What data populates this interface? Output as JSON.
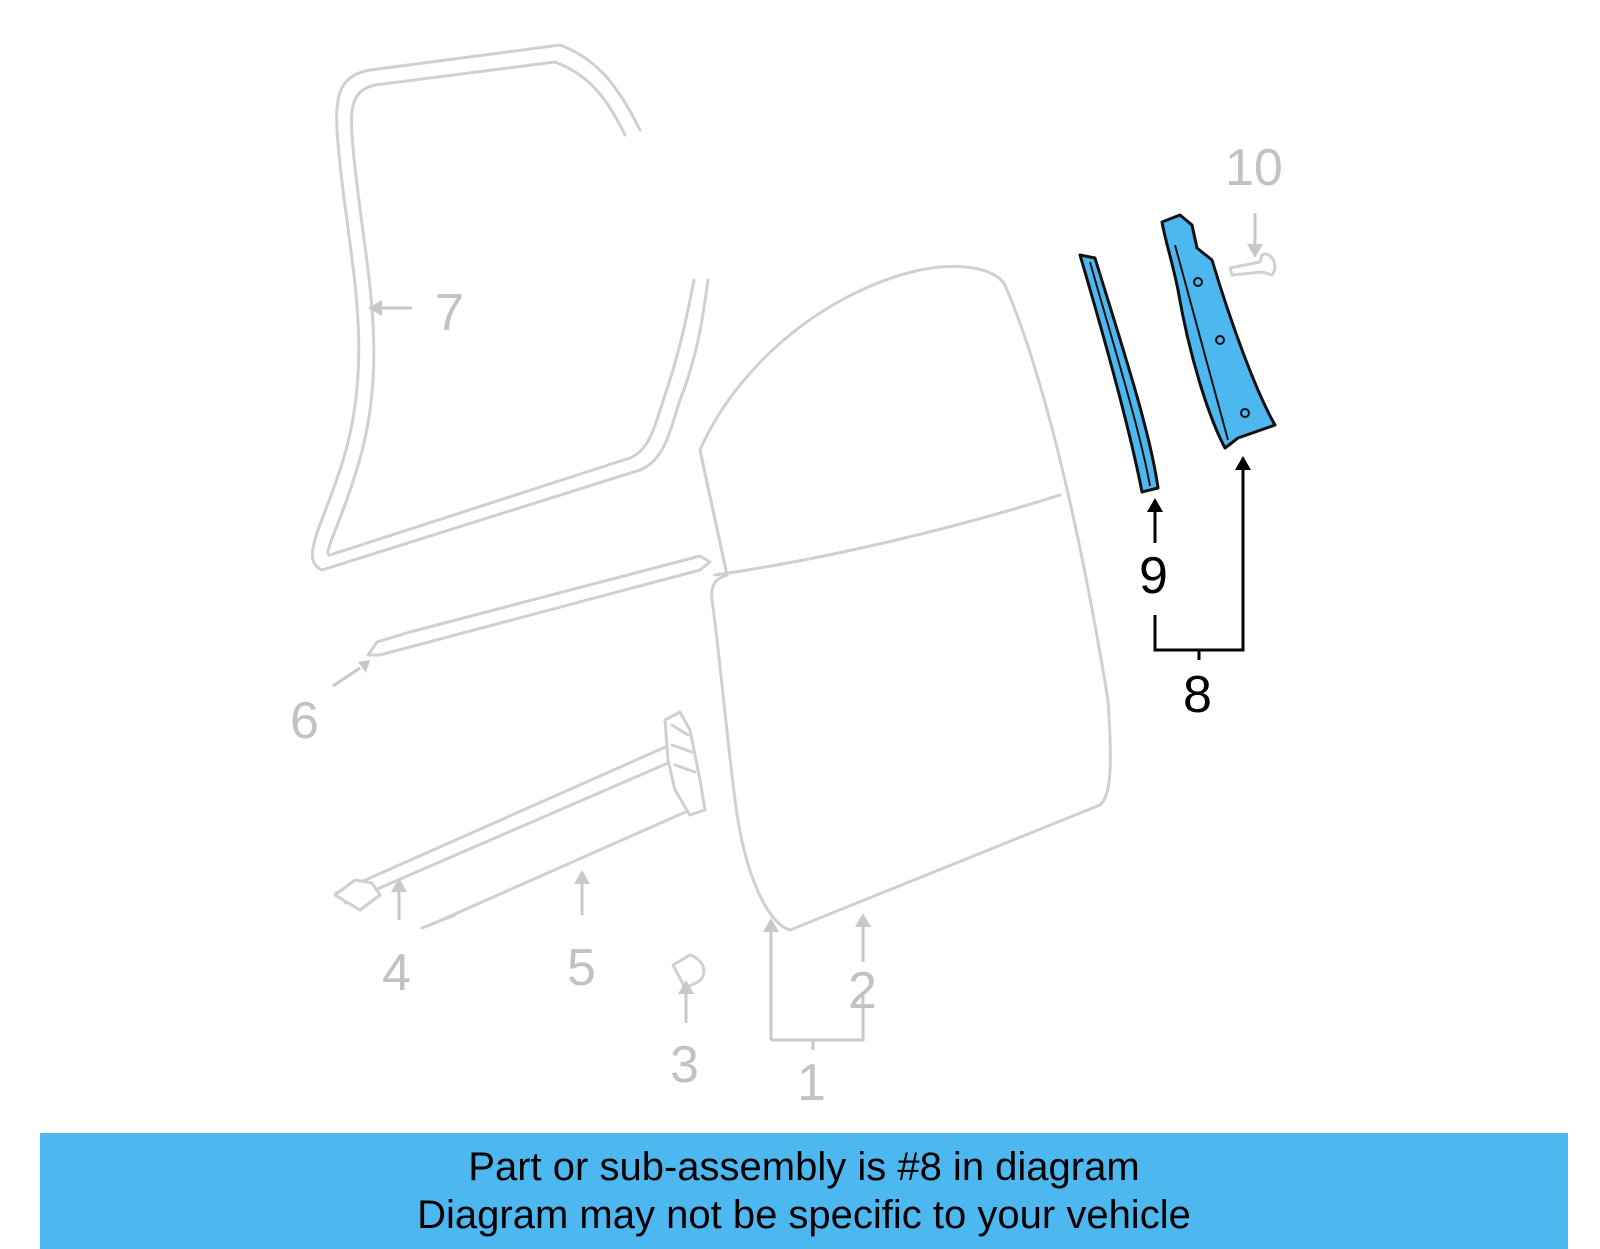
{
  "diagram": {
    "callouts": {
      "c1": "1",
      "c2": "2",
      "c3": "3",
      "c4": "4",
      "c5": "5",
      "c6": "6",
      "c7": "7",
      "c8": "8",
      "c9": "9",
      "c10": "10"
    },
    "highlighted_part": "8",
    "colors": {
      "highlight": "#4db8f0",
      "ghost_line": "#d0d0d0",
      "ghost_label": "#c2c2c2",
      "banner": "#4db8f0"
    }
  },
  "banner": {
    "line1": "Part or sub-assembly is #8 in diagram",
    "line2": "Diagram may not be specific to your vehicle"
  }
}
